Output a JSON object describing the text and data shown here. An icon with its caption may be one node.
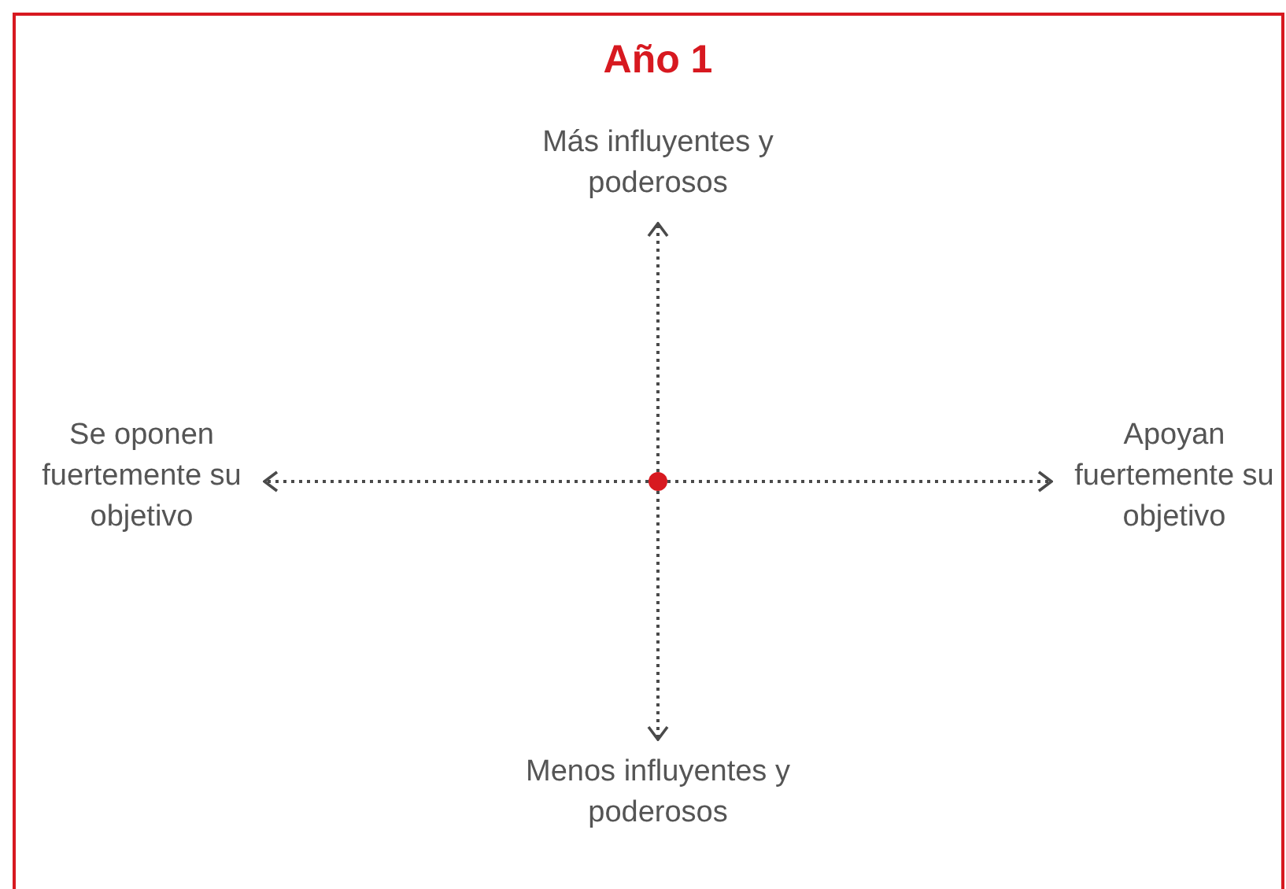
{
  "diagram": {
    "title": "Año 1",
    "nodes": [
      {
        "text": [],
        "shape": "circle"
      },
      {
        "text": [
          "Más influyentes y poderosos"
        ]
      },
      {
        "text": [
          "Se oponen fuertemente su objetivo"
        ]
      },
      {
        "text": [
          "Apoyan fuertemente su objetivo"
        ]
      },
      {
        "text": [
          "Menos influyentes y poderosos"
        ]
      }
    ],
    "edges": [
      {
        "from": 0,
        "to": 1,
        "arrow": "to",
        "style": "dashed"
      },
      {
        "from": 0,
        "to": 2,
        "arrow": "to",
        "style": "dashed"
      },
      {
        "from": 0,
        "to": 3,
        "arrow": "to",
        "style": "dashed"
      },
      {
        "from": 0,
        "to": 4,
        "arrow": "to",
        "style": "dashed"
      }
    ]
  }
}
